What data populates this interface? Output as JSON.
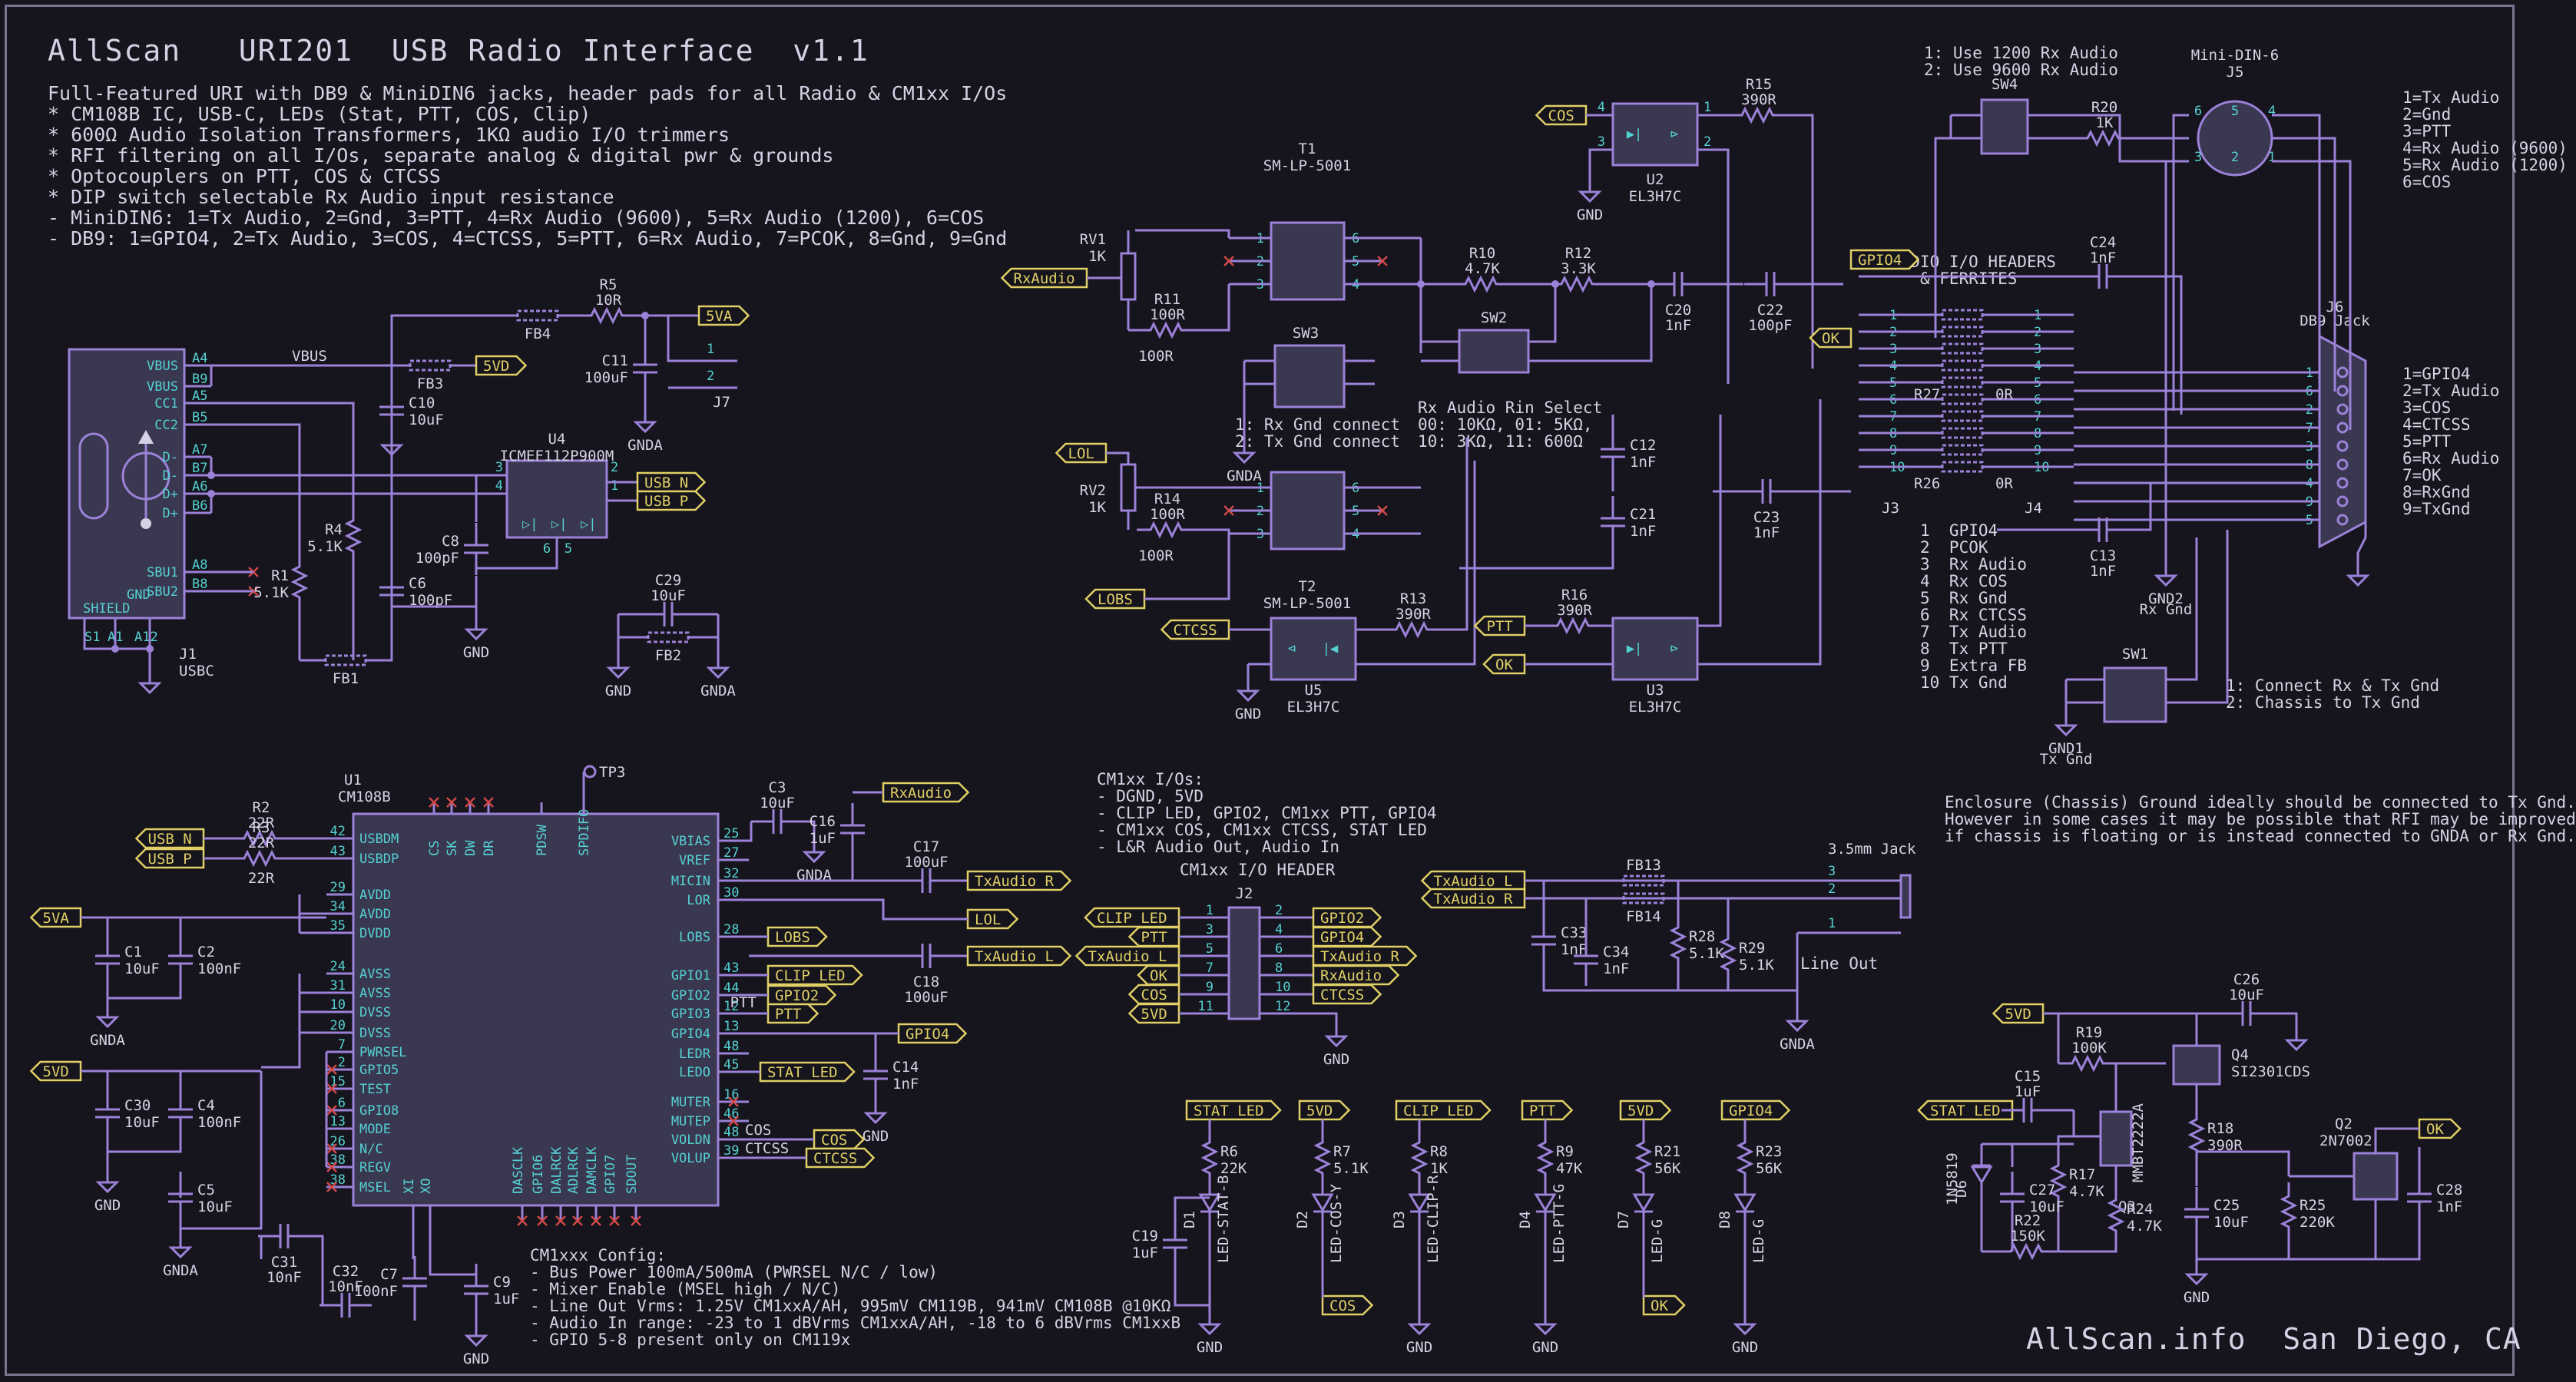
{
  "title": "AllScan   URI201  USB Radio Interface  v1.1",
  "description": [
    "Full-Featured URI with DB9 & MiniDIN6 jacks, header pads for all Radio & CM1xx I/Os",
    "* CM108B IC, USB-C, LEDs (Stat, PTT, COS, Clip)",
    "* 600Ω Audio Isolation Transformers, 1KΩ audio I/O trimmers",
    "* RFI filtering on all I/Os, separate analog & digital pwr & grounds",
    "* Optocouplers on PTT, COS & CTCSS",
    "* DIP switch selectable Rx Audio input resistance",
    "- MiniDIN6: 1=Tx Audio, 2=Gnd, 3=PTT, 4=Rx Audio (9600), 5=Rx Audio (1200), 6=COS",
    "- DB9: 1=GPIO4, 2=Tx Audio, 3=COS, 4=CTCSS, 5=PTT, 6=Rx Audio, 7=PCOK, 8=Gnd, 9=Gnd"
  ],
  "footer": "AllScan.info  San Diego, CA",
  "notes": {
    "sw4": [
      "1: Use 1200 Rx Audio",
      "2: Use 9600 Rx Audio"
    ],
    "mini_din": [
      "1=Tx Audio",
      "2=Gnd",
      "3=PTT",
      "4=Rx Audio (9600)",
      "5=Rx Audio (1200)",
      "6=COS"
    ],
    "db9": [
      "1=GPIO4",
      "2=Tx Audio",
      "3=COS",
      "4=CTCSS",
      "5=PTT",
      "6=Rx Audio",
      "7=OK",
      "8=RxGnd",
      "9=TxGnd"
    ],
    "headers_title": [
      "RADIO I/O HEADERS",
      "& FERRITES"
    ],
    "header_pins": [
      "1  GPIO4",
      "2  PCOK",
      "3  Rx Audio",
      "4  Rx COS",
      "5  Rx Gnd",
      "6  Rx CTCSS",
      "7  Tx Audio",
      "8  Tx PTT",
      "9  Extra FB",
      "10 Tx Gnd"
    ],
    "sw3": [
      "1: Rx Gnd connect",
      "2: Tx Gnd connect"
    ],
    "sw2": [
      "Rx Audio Rin Select",
      "00: 10KΩ, 01: 5KΩ,",
      "10: 3KΩ, 11: 600Ω"
    ],
    "sw1": [
      "1: Connect Rx & Tx Gnd",
      "2: Chassis to Tx Gnd"
    ],
    "enclosure": [
      "Enclosure (Chassis) Ground ideally should be connected to Tx Gnd.",
      "However in some cases it may be possible that RFI may be improved",
      "if chassis is floating or is instead connected to GNDA or Rx Gnd."
    ],
    "cm1xx_ios": [
      "CM1xx I/Os:",
      "- DGND, 5VD",
      "- CLIP LED, GPIO2, CM1xx PTT, GPIO4",
      "- CM1xx COS, CM1xx CTCSS, STAT LED",
      "- L&R Audio Out, Audio In"
    ],
    "cm1xx_header": "CM1xx I/O HEADER",
    "cm1xx_config": [
      "CM1xxx Config:",
      "- Bus Power 100mA/500mA (PWRSEL N/C / low)",
      "- Mixer Enable (MSEL high / N/C)",
      "- Line Out Vrms: 1.25V CM1xxA/AH, 995mV CM119B, 941mV CM108B @10KΩ",
      "- Audio In range: -23 to 1 dBVrms CM1xxA/AH, -18 to 6 dBVrms CM1xxB",
      "- GPIO 5-8 present only on CM119x"
    ],
    "line_out": "Line Out"
  },
  "flags": [
    "5VA",
    "5VD",
    "USB_N",
    "USB_P",
    "COS",
    "RxAudio",
    "LOL",
    "LOBS",
    "CTCSS",
    "PTT",
    "OK",
    "GPIO4",
    "TxAudio_R",
    "TxAudio_L",
    "CLIP_LED",
    "GPIO2",
    "STAT_LED"
  ],
  "u1_left_pins": [
    "USBDM",
    "USBDP",
    "AVDD",
    "AVDD",
    "DVDD",
    "AVSS",
    "AVSS",
    "DVSS",
    "DVSS",
    "PWRSEL",
    "GPIO5",
    "TEST",
    "GPIO8",
    "MODE",
    "N/C",
    "REGV",
    "MSEL"
  ],
  "u1_right_pins": [
    "VBIAS",
    "VREF",
    "MICIN",
    "LOR",
    "LOBS",
    "GPIO1",
    "GPIO2",
    "GPIO3",
    "GPIO4",
    "LEDR",
    "LEDO",
    "MUTER",
    "MUTEP",
    "VOLDN",
    "VOLUP"
  ],
  "u1_top_pins": [
    "CS",
    "SK",
    "DW",
    "DR",
    "PDSW",
    "SPDIFO"
  ],
  "u1_bottom_pins": [
    "DASCLK",
    "GPIO6",
    "DALRCK",
    "ADLRCK",
    "DAMCLK",
    "GPIO7",
    "SDOUT",
    "XI",
    "XO"
  ],
  "j2_left": [
    "CLIP_LED",
    "PTT",
    "TxAudio_L",
    "OK",
    "COS",
    "5VD"
  ],
  "j2_right": [
    "GPIO2",
    "GPIO4",
    "TxAudio_R",
    "RxAudio",
    "CTCSS",
    "GND"
  ],
  "j1_pins": [
    "VBUS",
    "VBUS",
    "CC1",
    "CC2",
    "D-",
    "D-",
    "D+",
    "D+",
    "SBU1",
    "SBU2"
  ],
  "parts": {
    "J1": "USBC",
    "U1": "CM108B",
    "U2": "EL3H7C",
    "U3": "EL3H7C",
    "U5": "EL3H7C",
    "U4": "ICMEF112P900M",
    "T1": "SM-LP-5001",
    "T2": "SM-LP-5001",
    "Q2": "2N7002",
    "Q3": "MMBT2222A",
    "Q4": "SI2301CDS",
    "J5": "Mini-DIN-6",
    "J6": "DB9 Jack",
    "J8": "3.5mm Jack",
    "D6": "1N5819"
  },
  "components": [
    [
      "R5",
      "10R"
    ],
    [
      "C11",
      "100uF"
    ],
    [
      "C10",
      "10uF"
    ],
    [
      "R4",
      "5.1K"
    ],
    [
      "R1",
      "5.1K"
    ],
    [
      "C8",
      "100pF"
    ],
    [
      "C6",
      "100pF"
    ],
    [
      "C29",
      "10uF"
    ],
    [
      "R15",
      "390R"
    ],
    [
      "R10",
      "4.7K"
    ],
    [
      "R12",
      "3.3K"
    ],
    [
      "C20",
      "1nF"
    ],
    [
      "C22",
      "100pF"
    ],
    [
      "R11",
      "100R"
    ],
    [
      "RV1",
      "1K"
    ],
    [
      "RV2",
      "1K"
    ],
    [
      "R14",
      "100R"
    ],
    [
      "R13",
      "390R"
    ],
    [
      "R16",
      "390R"
    ],
    [
      "C12",
      "1nF"
    ],
    [
      "C21",
      "1nF"
    ],
    [
      "C23",
      "1nF"
    ],
    [
      "R20",
      "1K"
    ],
    [
      "C24",
      "1nF"
    ],
    [
      "C13",
      "1nF"
    ],
    [
      "R27",
      "0R"
    ],
    [
      "R26",
      "0R"
    ],
    [
      "C3",
      "10uF"
    ],
    [
      "C16",
      "1uF"
    ],
    [
      "C17",
      "100uF"
    ],
    [
      "C18",
      "100uF"
    ],
    [
      "C14",
      "1nF"
    ],
    [
      "R2",
      "22R"
    ],
    [
      "R3",
      "22R"
    ],
    [
      "C1",
      "10uF"
    ],
    [
      "C2",
      "100nF"
    ],
    [
      "C30",
      "10uF"
    ],
    [
      "C4",
      "100nF"
    ],
    [
      "C5",
      "10uF"
    ],
    [
      "C31",
      "10nF"
    ],
    [
      "C32",
      "10nF"
    ],
    [
      "C7",
      "100nF"
    ],
    [
      "C9",
      "1uF"
    ],
    [
      "C33",
      "1nF"
    ],
    [
      "C34",
      "1nF"
    ],
    [
      "R28",
      "5.1K"
    ],
    [
      "R29",
      "5.1K"
    ],
    [
      "R6",
      "22K"
    ],
    [
      "R7",
      "5.1K"
    ],
    [
      "R8",
      "1K"
    ],
    [
      "R9",
      "47K"
    ],
    [
      "R21",
      "56K"
    ],
    [
      "R23",
      "56K"
    ],
    [
      "C19",
      "1uF"
    ],
    [
      "R19",
      "100K"
    ],
    [
      "C15",
      "1uF"
    ],
    [
      "C26",
      "10uF"
    ],
    [
      "R18",
      "390R"
    ],
    [
      "C27",
      "10uF"
    ],
    [
      "R17",
      "4.7K"
    ],
    [
      "R24",
      "4.7K"
    ],
    [
      "C25",
      "10uF"
    ],
    [
      "R25",
      "220K"
    ],
    [
      "R22",
      "150K"
    ],
    [
      "C28",
      "1nF"
    ]
  ],
  "leds": [
    [
      "D1",
      "LED-STAT-B"
    ],
    [
      "D2",
      "LED-COS-Y"
    ],
    [
      "D3",
      "LED-CLIP-R"
    ],
    [
      "D4",
      "LED-PTT-G"
    ],
    [
      "D7",
      "LED-G"
    ],
    [
      "D8",
      "LED-G"
    ]
  ],
  "misc_labels": {
    "vbus": "VBUS",
    "gnd": "GND",
    "gnda": "GNDA",
    "gnd1": "GND1",
    "gnd2": "GND2",
    "tx_gnd": "Tx Gnd",
    "rx_gnd": "Rx Gnd",
    "tp3": "TP3",
    "fb1": "FB1",
    "fb2": "FB2",
    "fb3": "FB3",
    "fb4": "FB4",
    "fb13": "FB13",
    "fb14": "FB14",
    "sw1": "SW1",
    "sw2": "SW2",
    "sw3": "SW3",
    "sw4": "SW4",
    "j2": "J2",
    "j3": "J3",
    "j4": "J4",
    "j7": "J7",
    "shield": "SHIELD",
    "cos_net": "COS",
    "ctcss_net": "CTCSS",
    "ptt_net": "PTT"
  }
}
